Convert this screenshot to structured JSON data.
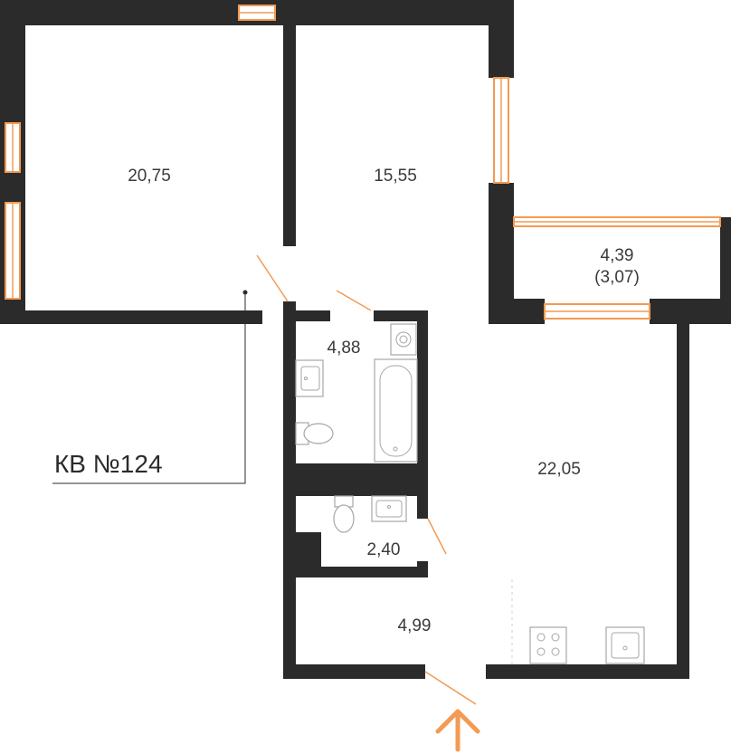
{
  "apartment": {
    "label": "КВ №124"
  },
  "rooms": {
    "room_a": "20,75",
    "room_b": "15,55",
    "balcony_area": "4,39",
    "balcony_area_reduced": "(3,07)",
    "bathroom": "4,88",
    "kitchen_living": "22,05",
    "wc": "2,40",
    "hall": "4,99"
  },
  "colors": {
    "wall": "#2b2b2b",
    "window_accent": "#f39a53",
    "fixture_stroke": "#a6a6a6"
  },
  "icons": [
    "entrance-arrow-icon",
    "bathtub-icon",
    "sink-icon",
    "toilet-icon",
    "washing-machine-icon",
    "stove-icon",
    "kitchen-sink-icon"
  ]
}
